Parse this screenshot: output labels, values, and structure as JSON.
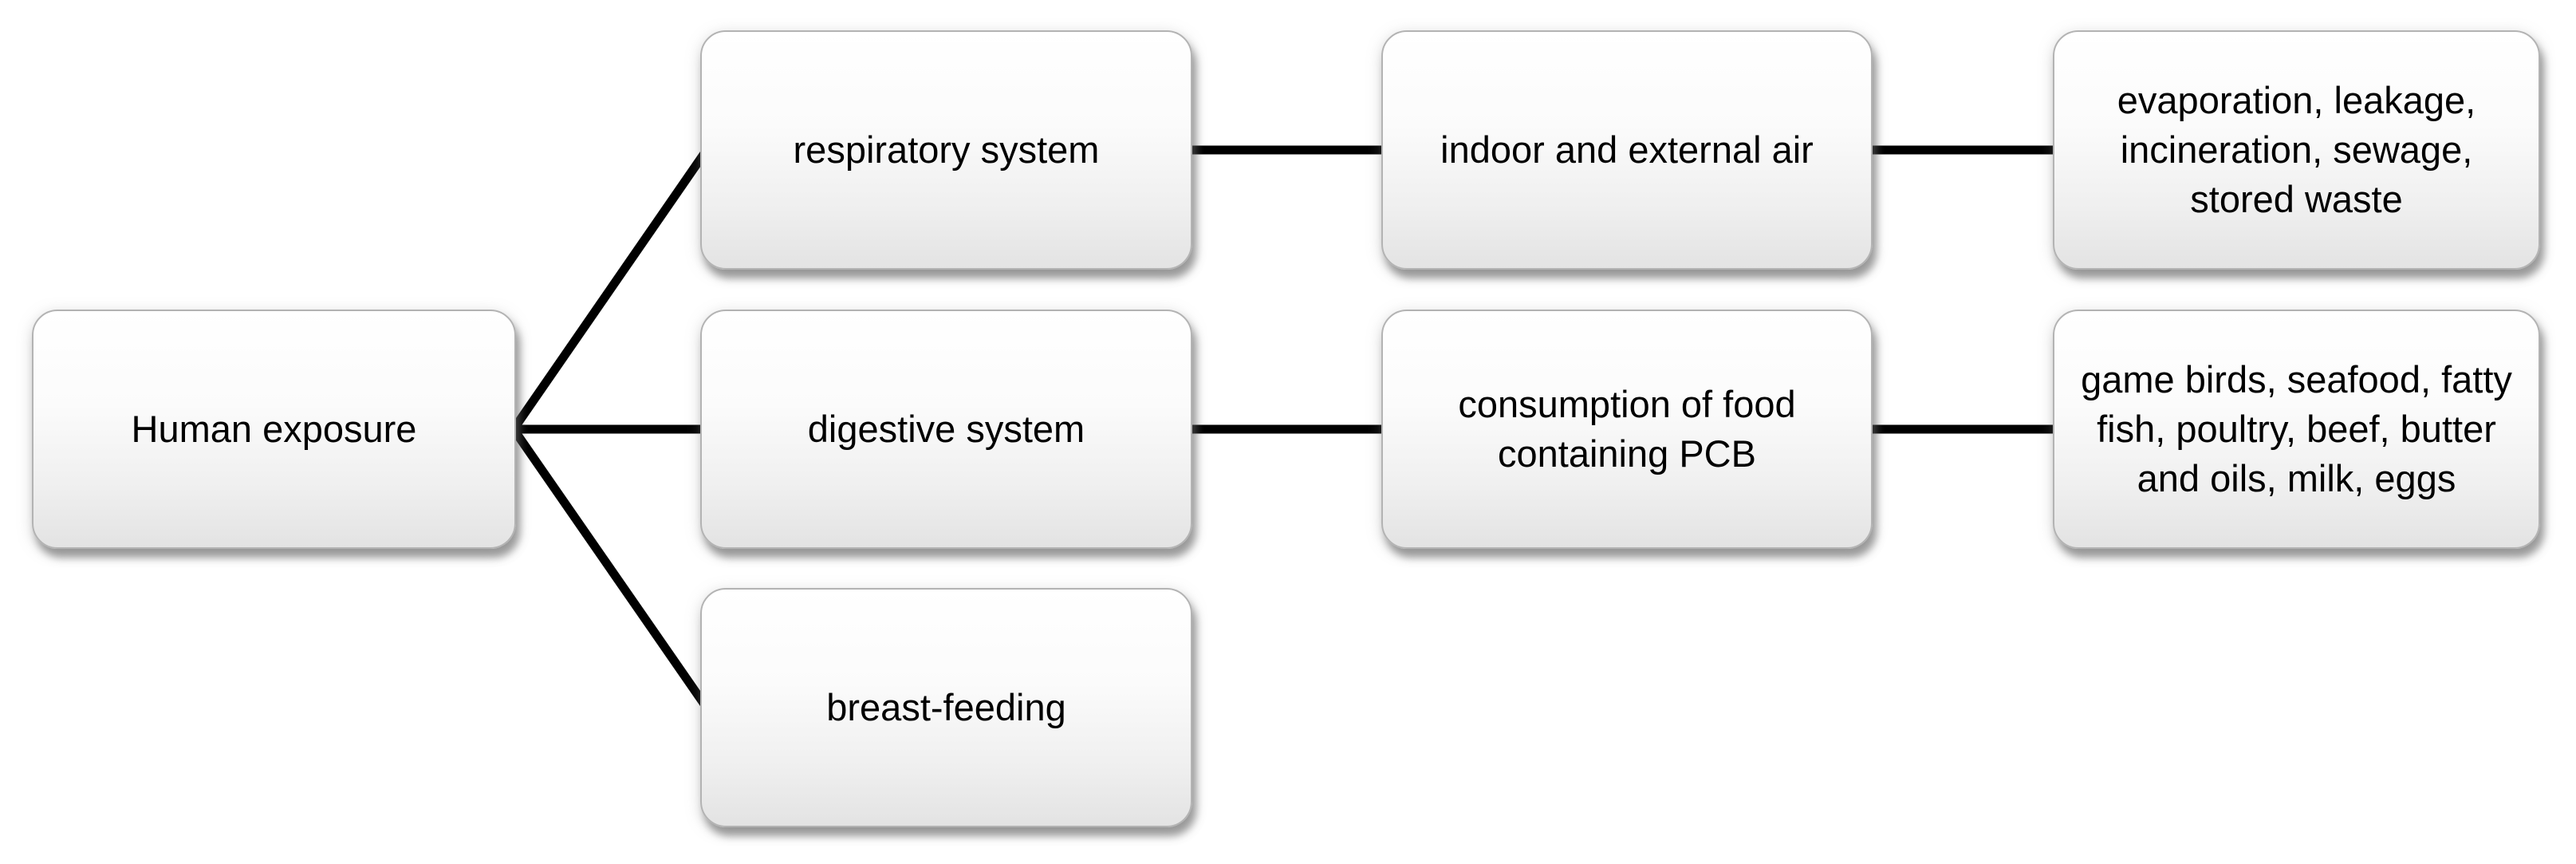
{
  "figure": {
    "description": "Flow diagram of human exposure pathways to PCB",
    "colors": {
      "background": "#ffffff",
      "connector_line": "#000000",
      "box_border": "#b3b3b3",
      "box_fill_top": "#ffffff",
      "box_fill_bottom": "#e3e3e3",
      "box_shadow": "#8f8f8f",
      "text": "#000000"
    },
    "nodes": {
      "root": {
        "label": "Human exposure"
      },
      "pathways": [
        {
          "label": "respiratory system"
        },
        {
          "label": "digestive system"
        },
        {
          "label": "breast-feeding"
        }
      ],
      "media": [
        {
          "label": "indoor and external air"
        },
        {
          "label": "consumption of food containing PCB"
        }
      ],
      "sources": [
        {
          "label": "evaporation, leakage, incineration, sewage, stored waste"
        },
        {
          "label": "game birds, seafood, fatty fish, poultry, beef, butter and oils, milk, eggs"
        }
      ]
    }
  }
}
